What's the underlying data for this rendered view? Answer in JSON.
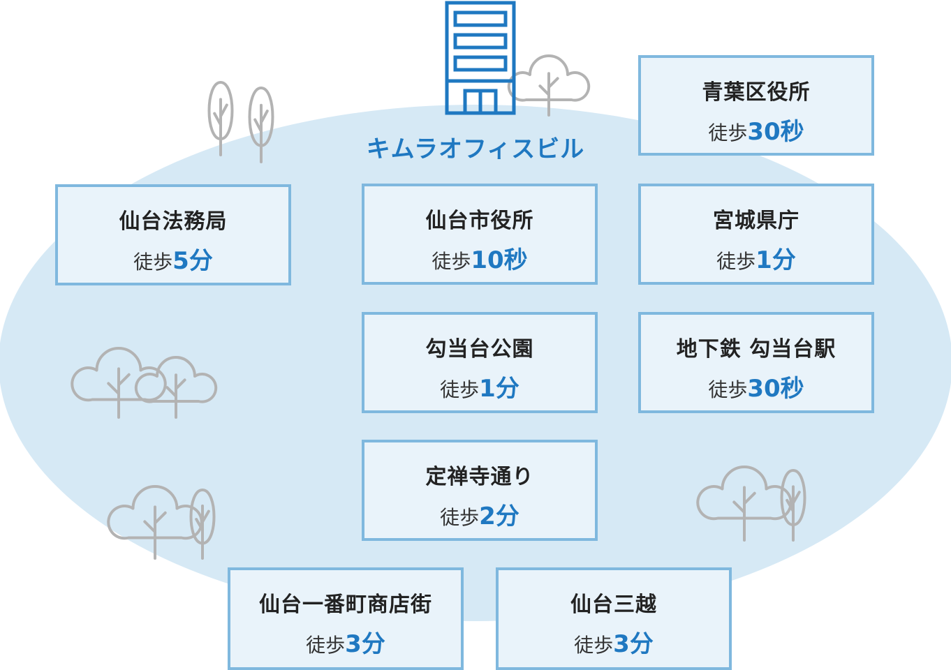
{
  "building": {
    "name": "キムラオフィスビル",
    "icon": "office-building-icon",
    "color": "#1f78c1"
  },
  "colors": {
    "accent": "#1f78c1",
    "ellipse": "#d6e9f5",
    "card_border": "#7fb8de",
    "card_fill": "#e9f3fa",
    "tree": "#b3b3b3"
  },
  "walk_prefix": "徒歩",
  "destinations": [
    {
      "name": "青葉区役所",
      "time": "30秒"
    },
    {
      "name": "仙台法務局",
      "time": "5分"
    },
    {
      "name": "仙台市役所",
      "time": "10秒"
    },
    {
      "name": "宮城県庁",
      "time": "1分"
    },
    {
      "name": "勾当台公園",
      "time": "1分"
    },
    {
      "name": "地下鉄 勾当台駅",
      "time": "30秒"
    },
    {
      "name": "定禅寺通り",
      "time": "2分"
    },
    {
      "name": "仙台一番町商店街",
      "time": "3分"
    },
    {
      "name": "仙台三越",
      "time": "3分"
    }
  ]
}
